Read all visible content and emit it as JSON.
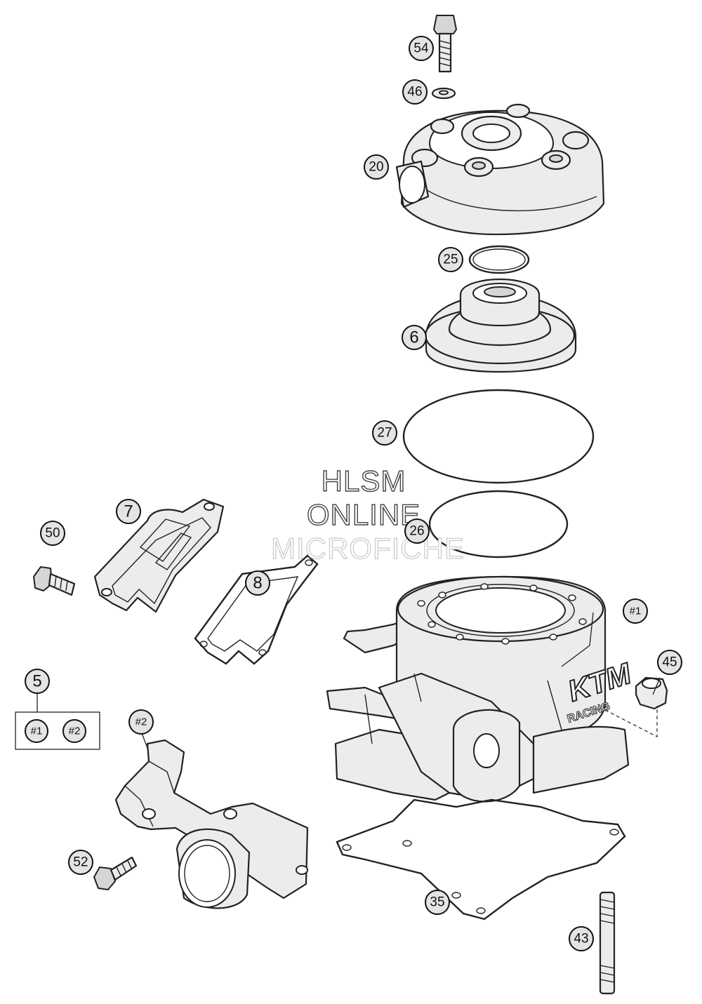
{
  "callouts": {
    "c54": "54",
    "c46": "46",
    "c20": "20",
    "c25": "25",
    "c6": "6",
    "c27": "27",
    "c26": "26",
    "c7": "7",
    "c50": "50",
    "c8": "8",
    "c1": "#1",
    "c45": "45",
    "c5": "5",
    "c5_sub1": "#1",
    "c5_sub2": "#2",
    "c2": "#2",
    "c52": "52",
    "c35": "35",
    "c43": "43"
  },
  "watermark": {
    "line1": "HLSM",
    "line2": "ONLINE",
    "line3": "MICROFICHE"
  },
  "cylinder_logo": {
    "brand": "KTM",
    "sub": "RACING"
  }
}
